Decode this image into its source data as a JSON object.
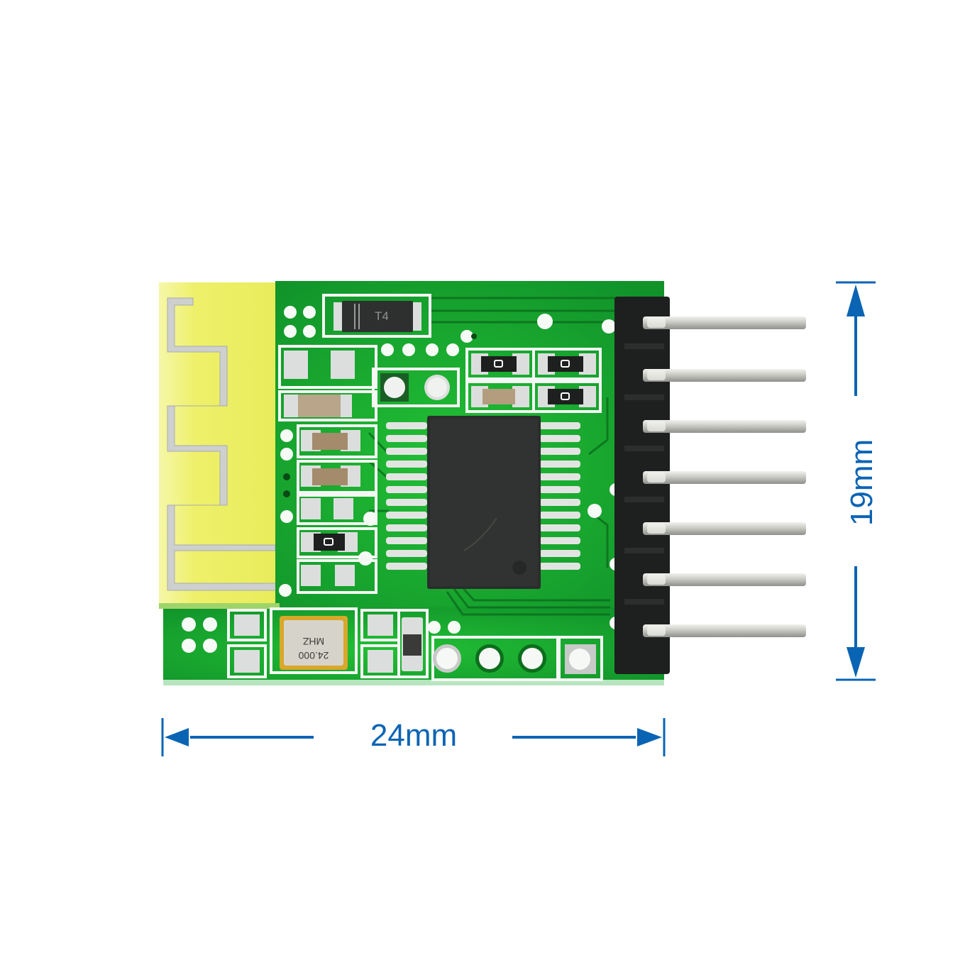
{
  "image": {
    "subject": "Bluetooth audio module PCB with right-angle 7-pin header",
    "background_color": "#ffffff"
  },
  "colors": {
    "pcb_green": "#16a52a",
    "pcb_green_dark": "#0d7a1c",
    "antenna_substrate": "#eef06a",
    "antenna_trace": "#c9cccc",
    "silkscreen": "#f4f7f4",
    "pad_silver": "#dcdedd",
    "ic_body": "#2b2d2c",
    "header_plastic": "#1e1f1f",
    "pin_metal": "#c8c9c4",
    "crystal_gold": "#d9a72a",
    "crystal_can": "#d6d4ca",
    "dimension_blue": "#0a64b4"
  },
  "components": {
    "diode": {
      "marking": "T4"
    },
    "crystal": {
      "marking_line1": "24.000",
      "marking_line2": "MHZ"
    },
    "main_ic": {
      "package": "SSOP-28",
      "pins_per_side": 12
    },
    "header": {
      "pin_count": 7,
      "type": "right-angle male pin header"
    },
    "through_holes_bottom": 4
  },
  "dimensions": {
    "width_label": "24mm",
    "height_label": "19mm"
  }
}
